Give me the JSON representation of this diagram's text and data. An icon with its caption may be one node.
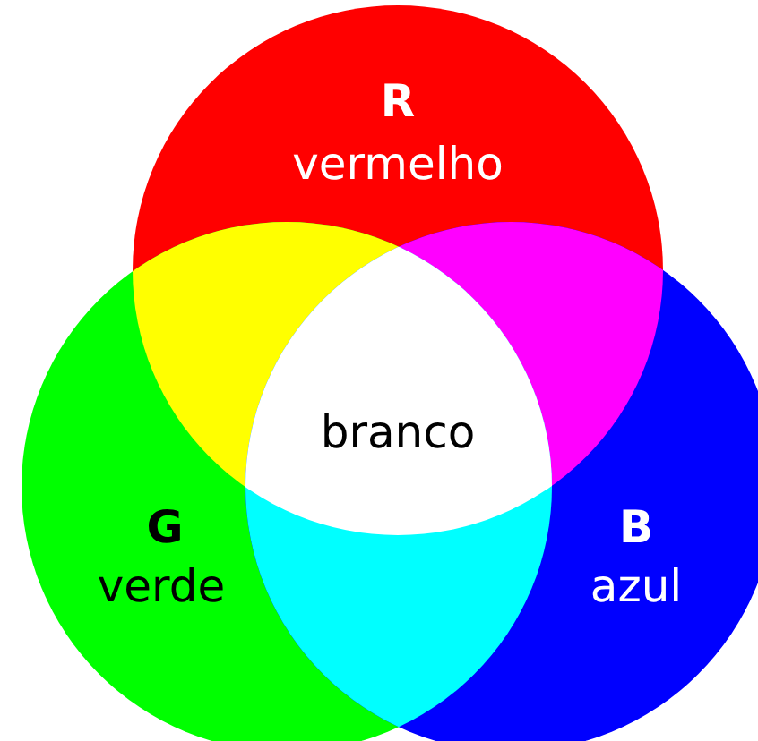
{
  "diagram": {
    "nodes": [
      {
        "text": [
          "R",
          "vermelho"
        ]
      },
      {
        "text": [
          "G",
          "verde"
        ]
      },
      {
        "text": [
          "B",
          "azul"
        ]
      },
      {
        "text": [
          "branco"
        ]
      }
    ]
  }
}
